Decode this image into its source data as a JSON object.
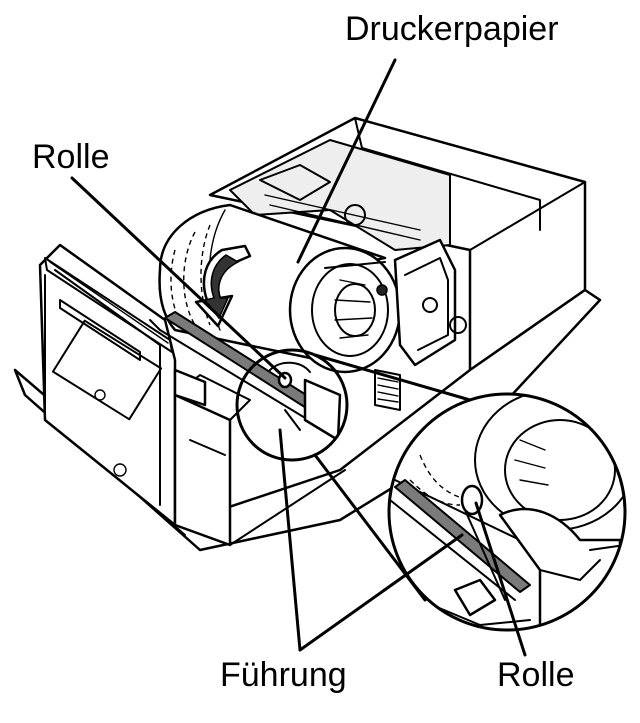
{
  "callouts": {
    "paper": "Druckerpapier",
    "roller_left": "Rolle",
    "guide": "Führung",
    "roller_right": "Rolle"
  },
  "colors": {
    "line": "#000000",
    "background": "#ffffff",
    "guide_strip": "#7a7a7a"
  }
}
